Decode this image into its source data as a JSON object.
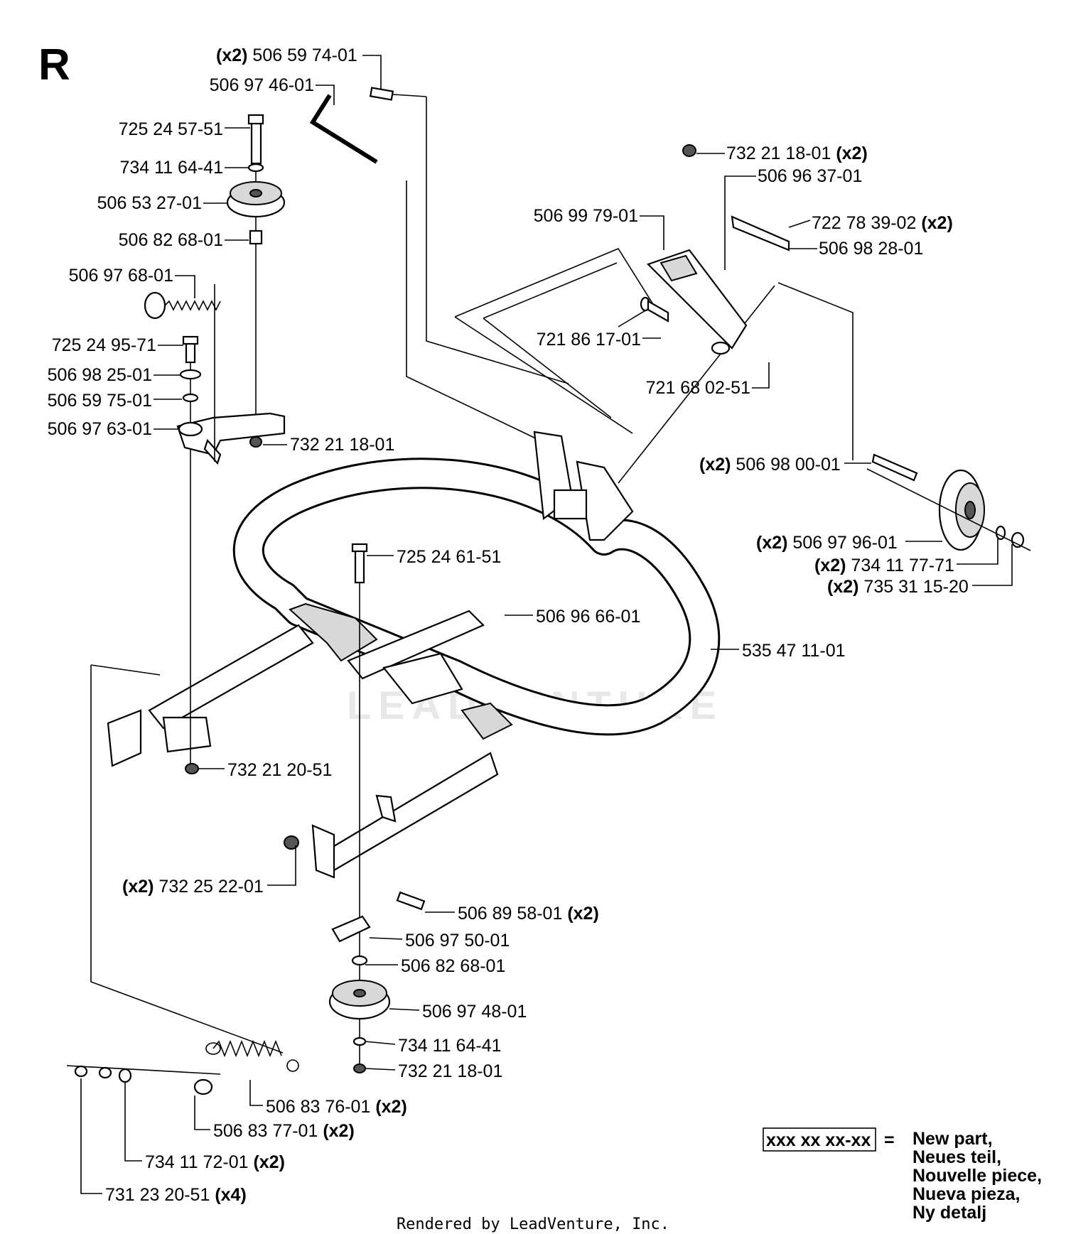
{
  "section_letter": "R",
  "watermark": "LEADVENTURE",
  "callouts": [
    {
      "id": "c1",
      "qty_before": "(x2)",
      "part": "506 59 74-01",
      "qty_after": ""
    },
    {
      "id": "c2",
      "qty_before": "",
      "part": "506 97 46-01",
      "qty_after": ""
    },
    {
      "id": "c3",
      "qty_before": "",
      "part": "725 24 57-51",
      "qty_after": ""
    },
    {
      "id": "c4",
      "qty_before": "",
      "part": "734 11 64-41",
      "qty_after": ""
    },
    {
      "id": "c5",
      "qty_before": "",
      "part": "506 53 27-01",
      "qty_after": ""
    },
    {
      "id": "c6",
      "qty_before": "",
      "part": "506 82 68-01",
      "qty_after": ""
    },
    {
      "id": "c7",
      "qty_before": "",
      "part": "506 97 68-01",
      "qty_after": ""
    },
    {
      "id": "c8",
      "qty_before": "",
      "part": "725 24 95-71",
      "qty_after": ""
    },
    {
      "id": "c9",
      "qty_before": "",
      "part": "506 98 25-01",
      "qty_after": ""
    },
    {
      "id": "c10",
      "qty_before": "",
      "part": "506 59 75-01",
      "qty_after": ""
    },
    {
      "id": "c11",
      "qty_before": "",
      "part": "506 97 63-01",
      "qty_after": ""
    },
    {
      "id": "c12",
      "qty_before": "",
      "part": "732 21 18-01",
      "qty_after": ""
    },
    {
      "id": "c13",
      "qty_before": "",
      "part": "732 21 18-01",
      "qty_after": "(x2)"
    },
    {
      "id": "c14",
      "qty_before": "",
      "part": "506 96 37-01",
      "qty_after": ""
    },
    {
      "id": "c15",
      "qty_before": "",
      "part": "506 99 79-01",
      "qty_after": ""
    },
    {
      "id": "c16",
      "qty_before": "",
      "part": "722 78 39-02",
      "qty_after": "(x2)"
    },
    {
      "id": "c17",
      "qty_before": "",
      "part": "506 98 28-01",
      "qty_after": ""
    },
    {
      "id": "c18",
      "qty_before": "",
      "part": "721 86 17-01",
      "qty_after": ""
    },
    {
      "id": "c19",
      "qty_before": "",
      "part": "721 68 02-51",
      "qty_after": ""
    },
    {
      "id": "c20",
      "qty_before": "(x2)",
      "part": "506 98 00-01",
      "qty_after": ""
    },
    {
      "id": "c21",
      "qty_before": "(x2)",
      "part": "506 97 96-01",
      "qty_after": ""
    },
    {
      "id": "c22",
      "qty_before": "(x2)",
      "part": "734 11 77-71",
      "qty_after": ""
    },
    {
      "id": "c23",
      "qty_before": "(x2)",
      "part": "735 31 15-20",
      "qty_after": ""
    },
    {
      "id": "c24",
      "qty_before": "",
      "part": "725 24 61-51",
      "qty_after": ""
    },
    {
      "id": "c25",
      "qty_before": "",
      "part": "506 96 66-01",
      "qty_after": ""
    },
    {
      "id": "c26",
      "qty_before": "",
      "part": "535 47 11-01",
      "qty_after": ""
    },
    {
      "id": "c27",
      "qty_before": "",
      "part": "732 21 20-51",
      "qty_after": ""
    },
    {
      "id": "c28",
      "qty_before": "(x2)",
      "part": "732 25 22-01",
      "qty_after": ""
    },
    {
      "id": "c29",
      "qty_before": "",
      "part": "506 89 58-01",
      "qty_after": "(x2)"
    },
    {
      "id": "c30",
      "qty_before": "",
      "part": "506 97 50-01",
      "qty_after": ""
    },
    {
      "id": "c31",
      "qty_before": "",
      "part": "506 82 68-01",
      "qty_after": ""
    },
    {
      "id": "c32",
      "qty_before": "",
      "part": "506 97 48-01",
      "qty_after": ""
    },
    {
      "id": "c33",
      "qty_before": "",
      "part": "734 11 64-41",
      "qty_after": ""
    },
    {
      "id": "c34",
      "qty_before": "",
      "part": "732 21 18-01",
      "qty_after": ""
    },
    {
      "id": "c35",
      "qty_before": "",
      "part": "506 83 76-01",
      "qty_after": "(x2)"
    },
    {
      "id": "c36",
      "qty_before": "",
      "part": "506 83 77-01",
      "qty_after": "(x2)"
    },
    {
      "id": "c37",
      "qty_before": "",
      "part": "734 11 72-01",
      "qty_after": "(x2)"
    },
    {
      "id": "c38",
      "qty_before": "",
      "part": "731 23 20-51",
      "qty_after": "(x4)"
    }
  ],
  "legend": {
    "sample": "xxx xx xx-xx",
    "equals": "=",
    "lines": [
      "New part,",
      "Neues teil,",
      "Nouvelle piece,",
      "Nueva pieza,",
      "Ny detalj"
    ]
  },
  "footer": "Rendered by LeadVenture, Inc."
}
